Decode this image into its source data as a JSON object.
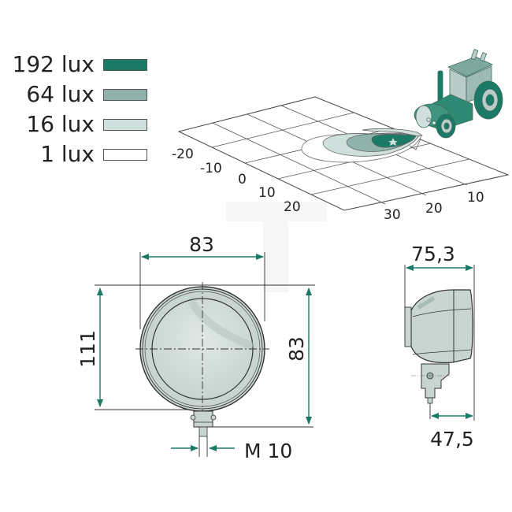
{
  "legend": {
    "items": [
      {
        "label": "192 lux",
        "color": "#1a7a66"
      },
      {
        "label": "64 lux",
        "color": "#8fb2aa"
      },
      {
        "label": "16 lux",
        "color": "#cfdfdb"
      },
      {
        "label": "1 lux",
        "color": "#ffffff"
      }
    ]
  },
  "light_distribution": {
    "lateral_axis_labels": [
      "-20",
      "-10",
      "0",
      "10",
      "20"
    ],
    "distance_axis_labels": [
      "30",
      "20",
      "10"
    ]
  },
  "front_view": {
    "width_label": "83",
    "height_label": "111",
    "right_height_label": "83",
    "thread_label": "M 10"
  },
  "side_view": {
    "depth_label": "75,3",
    "mount_offset_label": "47,5"
  },
  "colors": {
    "accent": "#1a7a66",
    "line": "#333333",
    "lamp_fill": "#d4dedb"
  }
}
